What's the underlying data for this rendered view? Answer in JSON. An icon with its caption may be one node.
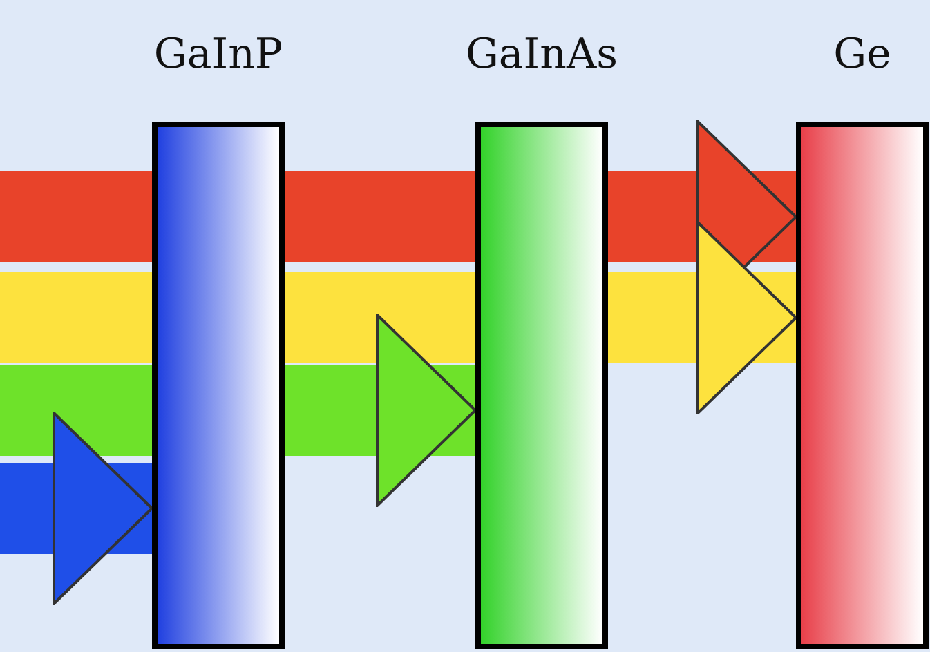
{
  "diagram": {
    "nodes": [
      {
        "text": [
          "GaInP"
        ]
      },
      {
        "text": [
          "GaInAs"
        ]
      },
      {
        "text": [
          "Ge"
        ]
      }
    ],
    "edges": [
      {
        "from": null,
        "to": 2,
        "arrow": "to",
        "color": "#e8432a"
      },
      {
        "from": null,
        "to": 2,
        "arrow": "to",
        "color": "#fde23e"
      },
      {
        "from": null,
        "to": 1,
        "arrow": "to",
        "color": "#6ee22a"
      },
      {
        "from": null,
        "to": 0,
        "arrow": "to",
        "color": "#1f4fe8"
      }
    ]
  }
}
